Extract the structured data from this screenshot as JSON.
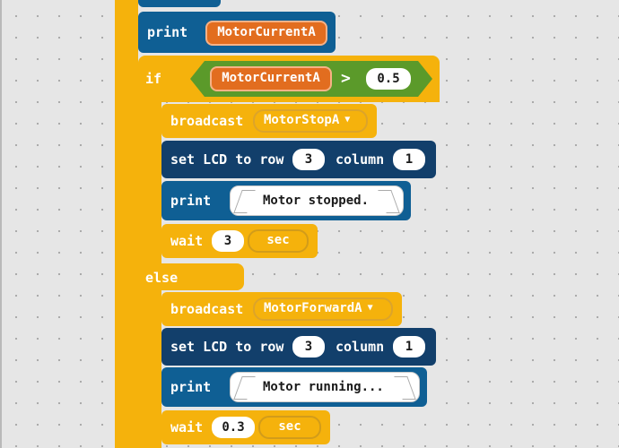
{
  "canvas": {
    "background": "#e6e6e6"
  },
  "colors": {
    "control_yellow": "#f5b20c",
    "output_blue": "#0f5f94",
    "lcd_navy": "#123f6b",
    "operator_green": "#5b9a2a",
    "variable_orange": "#e26d1f"
  },
  "blocks": {
    "print1": {
      "keyword": "print",
      "variable": "MotorCurrentA"
    },
    "if_block": {
      "keyword": "if",
      "condition": {
        "variable": "MotorCurrentA",
        "operator": ">",
        "value": "0.5"
      },
      "then": {
        "broadcast": {
          "keyword": "broadcast",
          "message": "MotorStopA"
        },
        "set_lcd": {
          "text1": "set LCD to row",
          "row": "3",
          "text2": "column",
          "column": "1"
        },
        "print": {
          "keyword": "print",
          "text": "Motor stopped."
        },
        "wait": {
          "keyword": "wait",
          "value": "3",
          "unit": "sec"
        }
      },
      "else_label": "else",
      "else": {
        "broadcast": {
          "keyword": "broadcast",
          "message": "MotorForwardA"
        },
        "set_lcd": {
          "text1": "set LCD to row",
          "row": "3",
          "text2": "column",
          "column": "1"
        },
        "print": {
          "keyword": "print",
          "text": "Motor running..."
        },
        "wait": {
          "keyword": "wait",
          "value": "0.3",
          "unit": "sec"
        }
      }
    }
  }
}
